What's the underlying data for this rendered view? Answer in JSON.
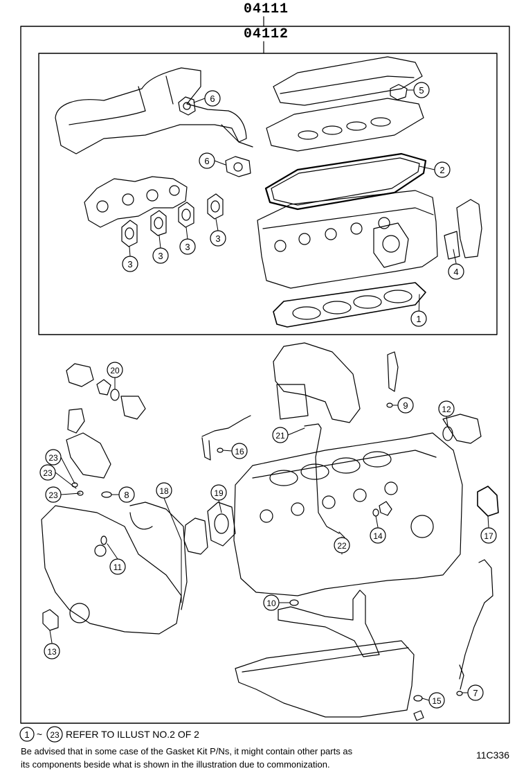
{
  "part_numbers": {
    "outer": "04111",
    "inner": "04112"
  },
  "callouts": [
    "1",
    "2",
    "3",
    "3",
    "3",
    "3",
    "4",
    "5",
    "6",
    "6",
    "7",
    "8",
    "9",
    "10",
    "11",
    "12",
    "13",
    "14",
    "15",
    "16",
    "17",
    "18",
    "19",
    "20",
    "21",
    "22",
    "23",
    "23",
    "23"
  ],
  "note": {
    "range_start": "1",
    "range_sep": "~",
    "range_end": "23",
    "text": "REFER TO ILLUST NO.2 OF 2"
  },
  "disclaimer": {
    "line1": "Be advised that in some case of the Gasket Kit P/Ns,  it might contain other parts as",
    "line2": "its components beside what is shown in the illustration due to commonization."
  },
  "figure_id": "11C336"
}
